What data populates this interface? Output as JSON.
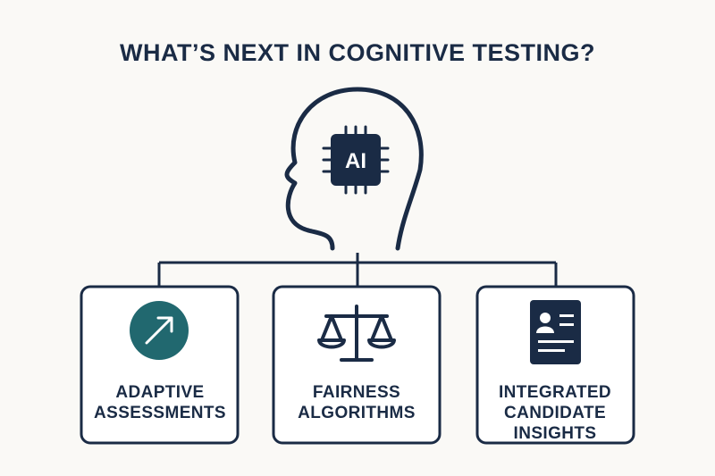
{
  "title": "WHAT’S NEXT IN COGNITIVE TESTING?",
  "center": {
    "chip_label": "AI",
    "icon": "ai-chip-head-icon"
  },
  "cards": [
    {
      "label": "ADAPTIVE\nASSESSMENTS",
      "icon": "trend-arrow-icon"
    },
    {
      "label": "FAIRNESS\nALGORITHMS",
      "icon": "balance-scale-icon"
    },
    {
      "label": "INTEGRATED\nCANDIDATE\nINSIGHTS",
      "icon": "id-card-icon"
    }
  ],
  "colors": {
    "navy": "#1a2b45",
    "teal": "#21686f",
    "background": "#faf9f6"
  }
}
